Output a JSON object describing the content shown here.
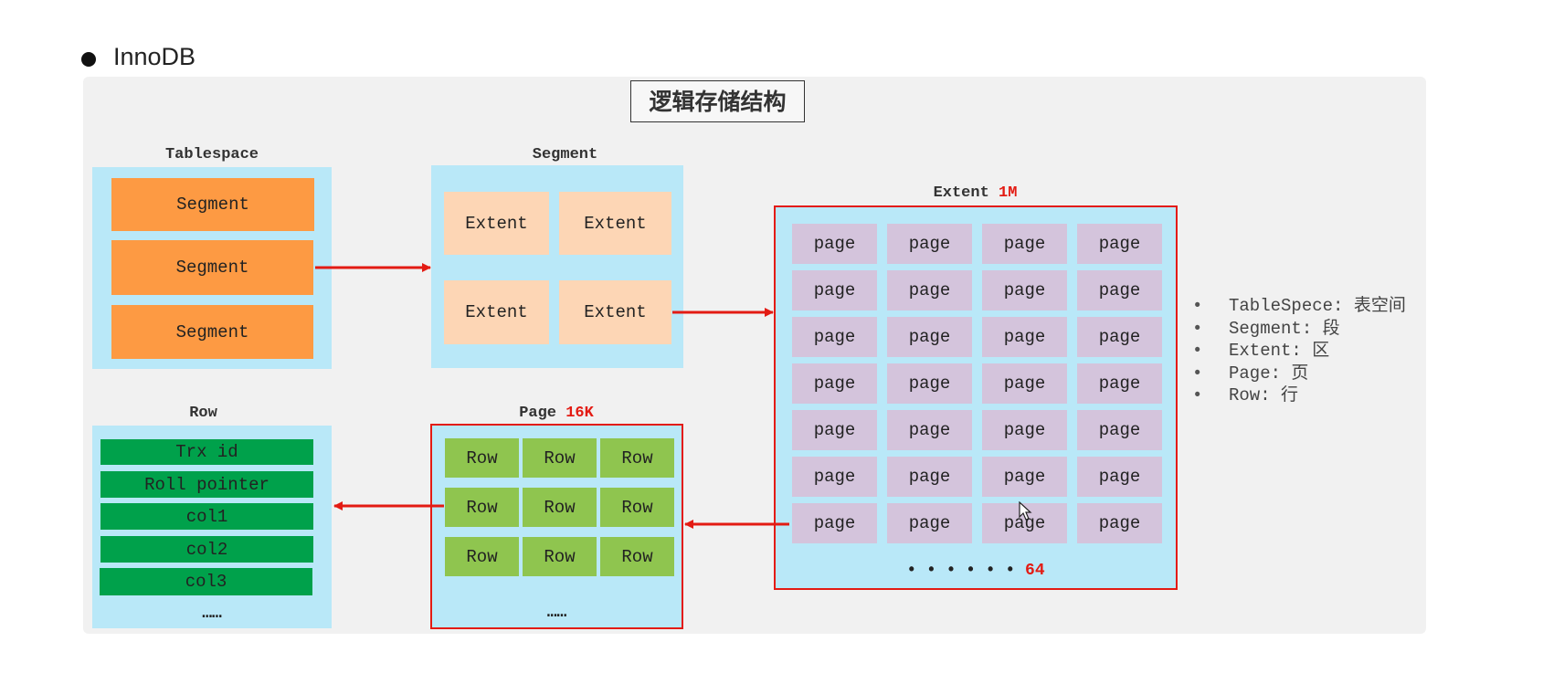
{
  "heading": "InnoDB",
  "title": "逻辑存储结构",
  "tablespace": {
    "label": "Tablespace",
    "segments": [
      "Segment",
      "Segment",
      "Segment"
    ]
  },
  "segment": {
    "label": "Segment",
    "extents": [
      "Extent",
      "Extent",
      "Extent",
      "Extent"
    ]
  },
  "extent": {
    "label": "Extent",
    "size": "1M",
    "page_label": "page",
    "rows": 7,
    "cols": 4,
    "footer_dots": "• • • • • •",
    "footer_count": "64"
  },
  "page": {
    "label": "Page",
    "size": "16K",
    "row_label": "Row",
    "rows": 3,
    "cols": 3,
    "footer": "……"
  },
  "row": {
    "label": "Row",
    "fields": [
      "Trx id",
      "Roll pointer",
      "col1",
      "col2",
      "col3"
    ],
    "footer": "……"
  },
  "legend": [
    "TableSpece: 表空间",
    "Segment: 段",
    "Extent: 区",
    "Page: 页",
    "Row: 行"
  ],
  "colors": {
    "segment": "#fd9a43",
    "extent": "#fdd6b5",
    "page": "#d4c4dc",
    "row": "#8fc54f",
    "field": "#00a14b",
    "container": "#b9e8f8",
    "accent": "#e31b13"
  }
}
